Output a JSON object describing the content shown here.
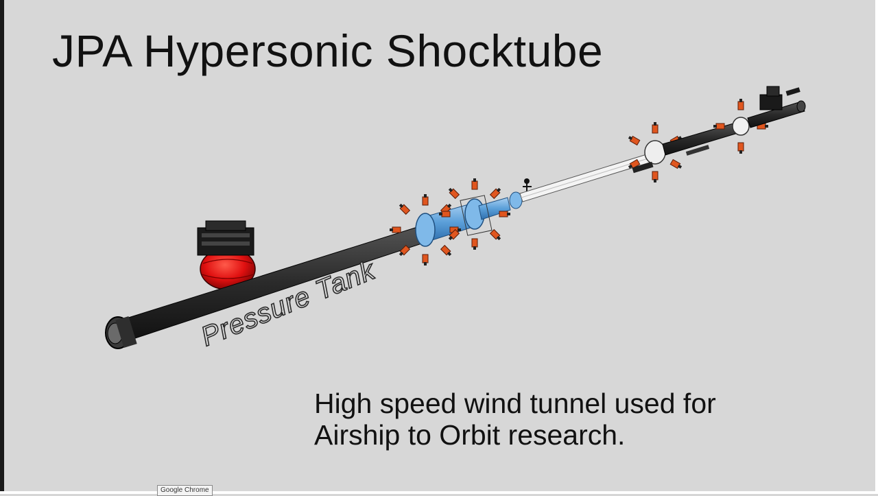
{
  "slide": {
    "title": "JPA Hypersonic Shocktube",
    "caption_line1": "High speed wind tunnel used for",
    "caption_line2": "Airship to Orbit research.",
    "tank_label": "Pressure Tank"
  },
  "taskbar": {
    "tooltip": "Google Chrome"
  },
  "colors": {
    "background": "#d7d7d7",
    "tube_dark": "#2a2a2a",
    "tube_blue": "#5b9fd9",
    "tube_white": "#f2f2f2",
    "balloon_red": "#e01010",
    "clamp_orange": "#e0561f"
  }
}
